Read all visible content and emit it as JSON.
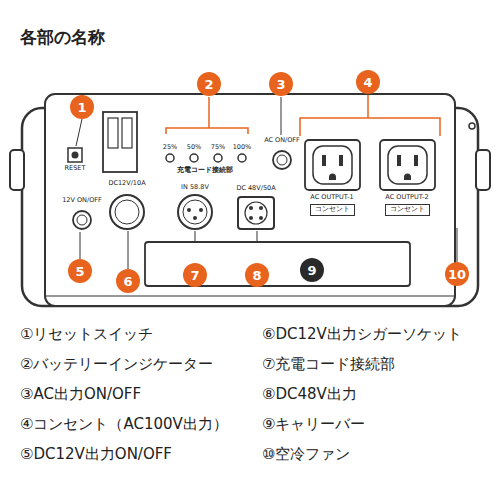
{
  "diagram": {
    "title": "各部の名称",
    "nodes": [
      {
        "text": [
          "1"
        ]
      },
      {
        "text": [
          "2"
        ]
      },
      {
        "text": [
          "3"
        ]
      },
      {
        "text": [
          "4"
        ]
      },
      {
        "text": [
          "5"
        ]
      },
      {
        "text": [
          "6"
        ]
      },
      {
        "text": [
          "7"
        ]
      },
      {
        "text": [
          "8"
        ]
      },
      {
        "text": [
          "9"
        ]
      },
      {
        "text": [
          "10"
        ]
      },
      {
        "text": [
          "コンセント"
        ]
      },
      {
        "text": [
          "コンセント"
        ]
      }
    ],
    "labels": [
      "RESET",
      "25%",
      "50%",
      "75%",
      "100%",
      "充電コード接続部",
      "AC ON/OFF",
      "AC OUTPUT-1",
      "AC OUTPUT-2",
      "12V ON/OFF",
      "DC12V/10A",
      "IN 58.8V",
      "DC 48V/50A",
      "①リセットスイッチ",
      "②バッテリーインジケーター",
      "③AC出力ON/OFF",
      "④コンセント（AC100V出力）",
      "⑤DC12V出力ON/OFF",
      "⑥DC12V出力シガーソケット",
      "⑦充電コード接続部",
      "⑧DC48V出力",
      "⑨キャリーバー",
      "⑩空冷ファン"
    ]
  }
}
